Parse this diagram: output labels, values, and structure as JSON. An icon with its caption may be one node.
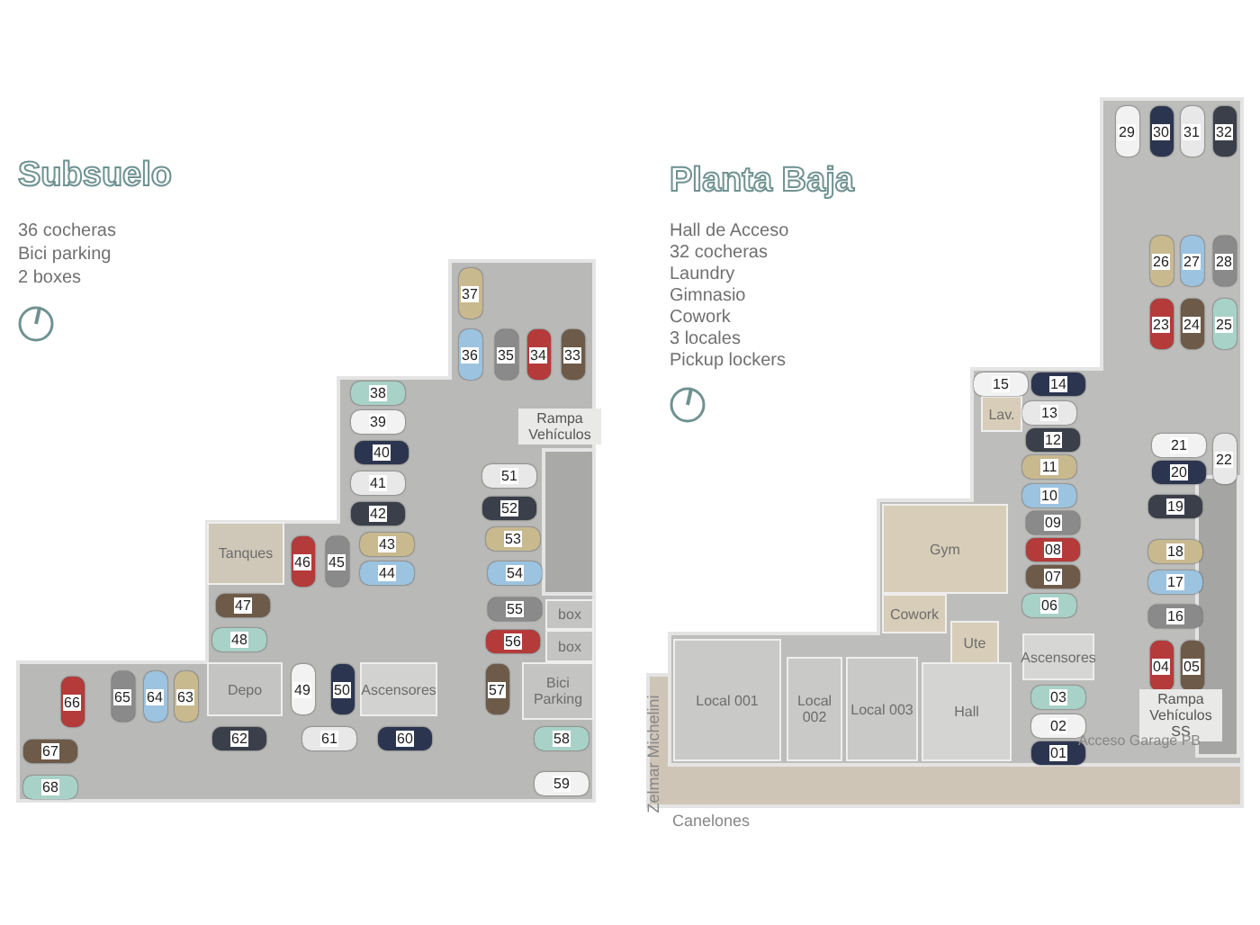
{
  "diagram": {
    "nodes": [
      {
        "text": [
          "Tanques"
        ]
      },
      {
        "text": [
          "Depo"
        ]
      },
      {
        "text": [
          "Ascensores"
        ]
      },
      {
        "text": [
          "Bici Parking"
        ]
      },
      {
        "text": [
          "box"
        ]
      },
      {
        "text": [
          "box"
        ]
      },
      {
        "text": [
          "Lav."
        ]
      },
      {
        "text": [
          "Gym"
        ]
      },
      {
        "text": [
          "Cowork"
        ]
      },
      {
        "text": [
          "Ute"
        ]
      },
      {
        "text": [
          "Ascensores"
        ]
      },
      {
        "text": [
          "Hall"
        ]
      },
      {
        "text": [
          "Local 001"
        ]
      },
      {
        "text": [
          "Local 002"
        ]
      },
      {
        "text": [
          "Local 003"
        ]
      }
    ],
    "labels": [
      "Subsuelo",
      "36 cocheras",
      "Bici parking",
      "2 boxes",
      "Planta Baja",
      "Hall de Acceso",
      "32 cocheras",
      "Laundry",
      "Gimnasio",
      "Cowork",
      "3 locales",
      "Pickup lockers",
      "37",
      "36",
      "35",
      "34",
      "33",
      "38",
      "39",
      "40",
      "41",
      "42",
      "43",
      "44",
      "45",
      "46",
      "47",
      "48",
      "49",
      "50",
      "51",
      "52",
      "53",
      "54",
      "55",
      "56",
      "57",
      "58",
      "59",
      "60",
      "61",
      "62",
      "63",
      "64",
      "65",
      "66",
      "67",
      "68",
      "29",
      "30",
      "31",
      "32",
      "26",
      "27",
      "28",
      "23",
      "24",
      "25",
      "15",
      "14",
      "13",
      "12",
      "11",
      "10",
      "09",
      "08",
      "07",
      "06",
      "21",
      "20",
      "22",
      "19",
      "18",
      "17",
      "16",
      "04",
      "05",
      "03",
      "02",
      "01",
      "Rampa Vehículos",
      "Rampa Vehículos SS",
      "Acceso Garage PB",
      "Zelmar Michelini",
      "Canelones"
    ]
  }
}
